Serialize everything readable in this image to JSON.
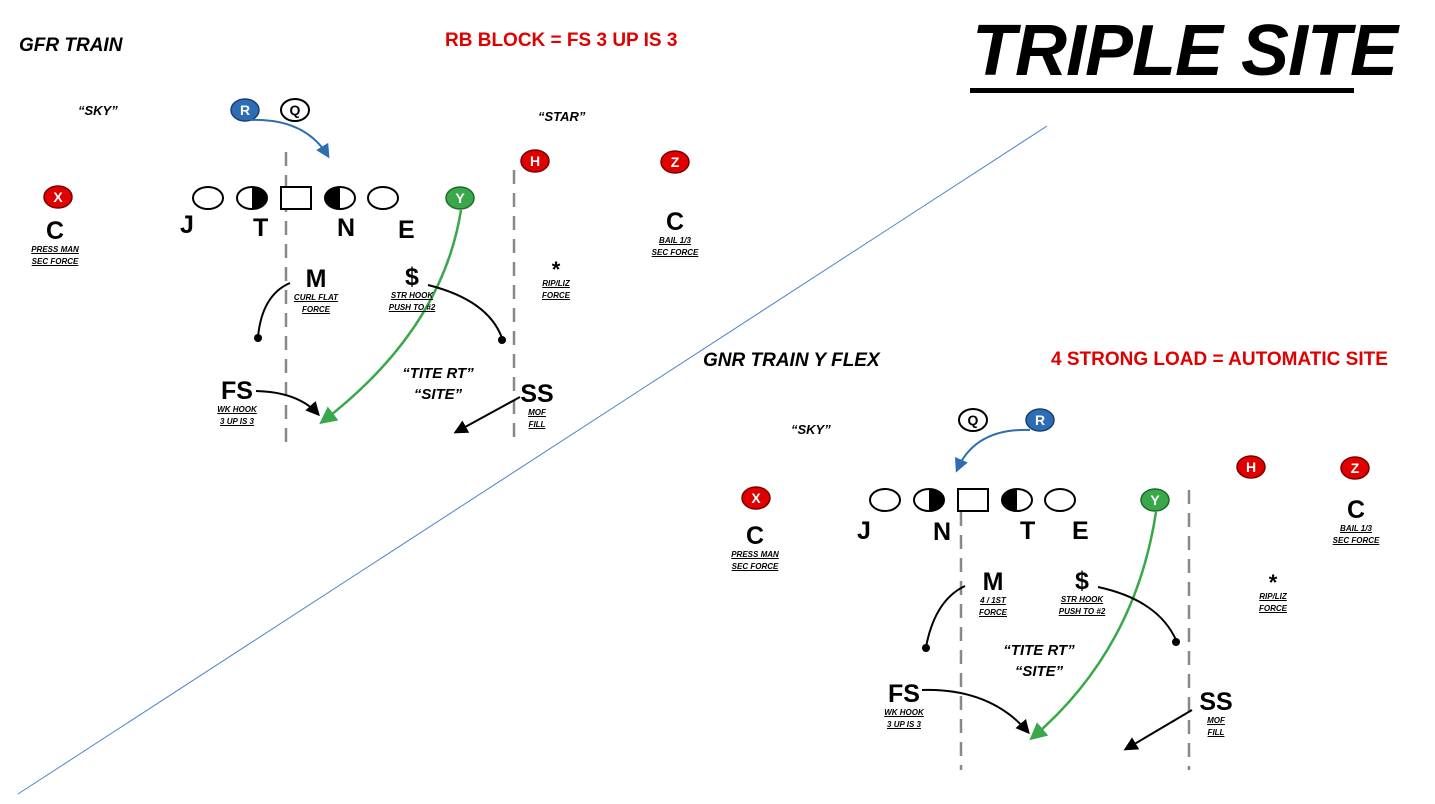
{
  "title": "TRIPLE SITE",
  "colors": {
    "offense_red": "#e10000",
    "back_blue": "#2e6db4",
    "y_green": "#3aa84a",
    "rule_red": "#e10000",
    "diagonal": "#4a86c8"
  },
  "top_play": {
    "formation": "GFR TRAIN",
    "rule": "RB BLOCK = FS 3 UP IS 3",
    "sky": "“SKY”",
    "star": "“STAR”",
    "tite_line1": "“TITE RT”",
    "tite_line2": "“SITE”",
    "offense": {
      "r": "R",
      "q": "Q",
      "y": "Y",
      "h": "H",
      "z": "Z",
      "x": "X"
    },
    "dline": {
      "j": "J",
      "t": "T",
      "n": "N",
      "e": "E"
    },
    "defenders": {
      "c_left": {
        "label": "C",
        "note1": "PRESS MAN",
        "note2": "SEC FORCE"
      },
      "c_right": {
        "label": "C",
        "note1": "BAIL 1/3",
        "note2": "SEC FORCE"
      },
      "m": {
        "label": "M",
        "note1": "CURL FLAT",
        "note2": "FORCE"
      },
      "dollar": {
        "label": "$",
        "note1": "STR HOOK",
        "note2": "PUSH TO #2"
      },
      "star": {
        "label": "*",
        "note1": "RIP/LIZ",
        "note2": "FORCE"
      },
      "fs": {
        "label": "FS",
        "note1": "WK HOOK",
        "note2": "3 UP IS 3"
      },
      "ss": {
        "label": "SS",
        "note1": "MOF",
        "note2": "FILL"
      }
    }
  },
  "bottom_play": {
    "formation": "GNR TRAIN Y FLEX",
    "rule": "4 STRONG LOAD = AUTOMATIC SITE",
    "sky": "“SKY”",
    "tite_line1": "“TITE RT”",
    "tite_line2": "“SITE”",
    "offense": {
      "r": "R",
      "q": "Q",
      "y": "Y",
      "h": "H",
      "z": "Z",
      "x": "X"
    },
    "dline": {
      "j": "J",
      "n": "N",
      "t": "T",
      "e": "E"
    },
    "defenders": {
      "c_left": {
        "label": "C",
        "note1": "PRESS MAN",
        "note2": "SEC FORCE"
      },
      "c_right": {
        "label": "C",
        "note1": "BAIL 1/3",
        "note2": "SEC FORCE"
      },
      "m": {
        "label": "M",
        "note1": "4 / 1ST",
        "note2": "FORCE"
      },
      "dollar": {
        "label": "$",
        "note1": "STR HOOK",
        "note2": "PUSH TO #2"
      },
      "star": {
        "label": "*",
        "note1": "RIP/LIZ",
        "note2": "FORCE"
      },
      "fs": {
        "label": "FS",
        "note1": "WK HOOK",
        "note2": "3 UP IS 3"
      },
      "ss": {
        "label": "SS",
        "note1": "MOF",
        "note2": "FILL"
      }
    }
  }
}
